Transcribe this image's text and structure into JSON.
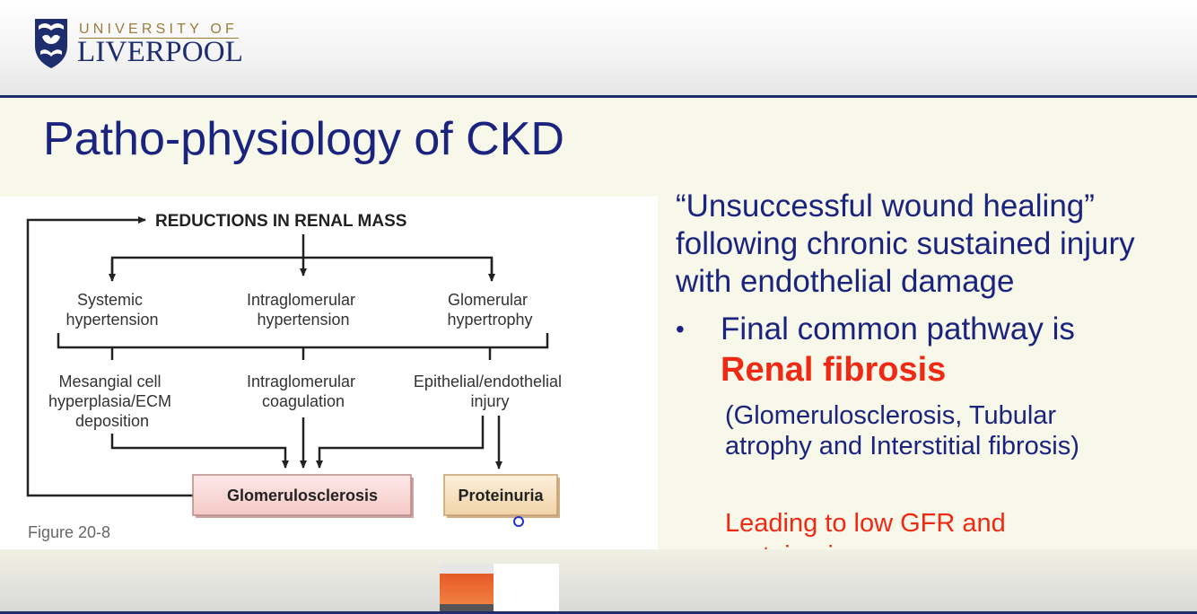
{
  "header": {
    "university_top": "UNIVERSITY OF",
    "university_main": "LIVERPOOL"
  },
  "slide": {
    "title": "Patho-physiology of CKD"
  },
  "figure": {
    "top_label": "REDUCTIONS IN RENAL MASS",
    "row1": {
      "left": [
        "Systemic",
        "hypertension"
      ],
      "middle": [
        "Intraglomerular",
        "hypertension"
      ],
      "right": [
        "Glomerular",
        "hypertrophy"
      ]
    },
    "row2": {
      "left": [
        "Mesangial cell",
        "hyperplasia/ECM",
        "deposition"
      ],
      "middle": [
        "Intraglomerular",
        "coagulation"
      ],
      "right": [
        "Epithelial/endothelial",
        "injury"
      ]
    },
    "box_left": "Glomerulosclerosis",
    "box_right": "Proteinuria",
    "caption": "Figure 20-8",
    "box_fill_colors": {
      "left": "#fbe0df",
      "right": "#fbe8cf"
    }
  },
  "right_column": {
    "quote_lines": [
      "“Unsuccessful wound healing”",
      "following chronic sustained injury",
      "with endothelial damage"
    ],
    "bullet_symbol": "•",
    "bullet_text": "Final common pathway is",
    "highlight": "Renal fibrosis",
    "detail_lines": [
      "(Glomerulosclerosis, Tubular",
      "atrophy and Interstitial fibrosis)"
    ],
    "leading_lines": [
      "Leading to low GFR and",
      "proteinuria"
    ]
  },
  "colors": {
    "title_navy": "#1a237e",
    "accent_red": "#ee2a14",
    "brand_gold": "#9a7d3a",
    "background": "#f7f7ea"
  }
}
